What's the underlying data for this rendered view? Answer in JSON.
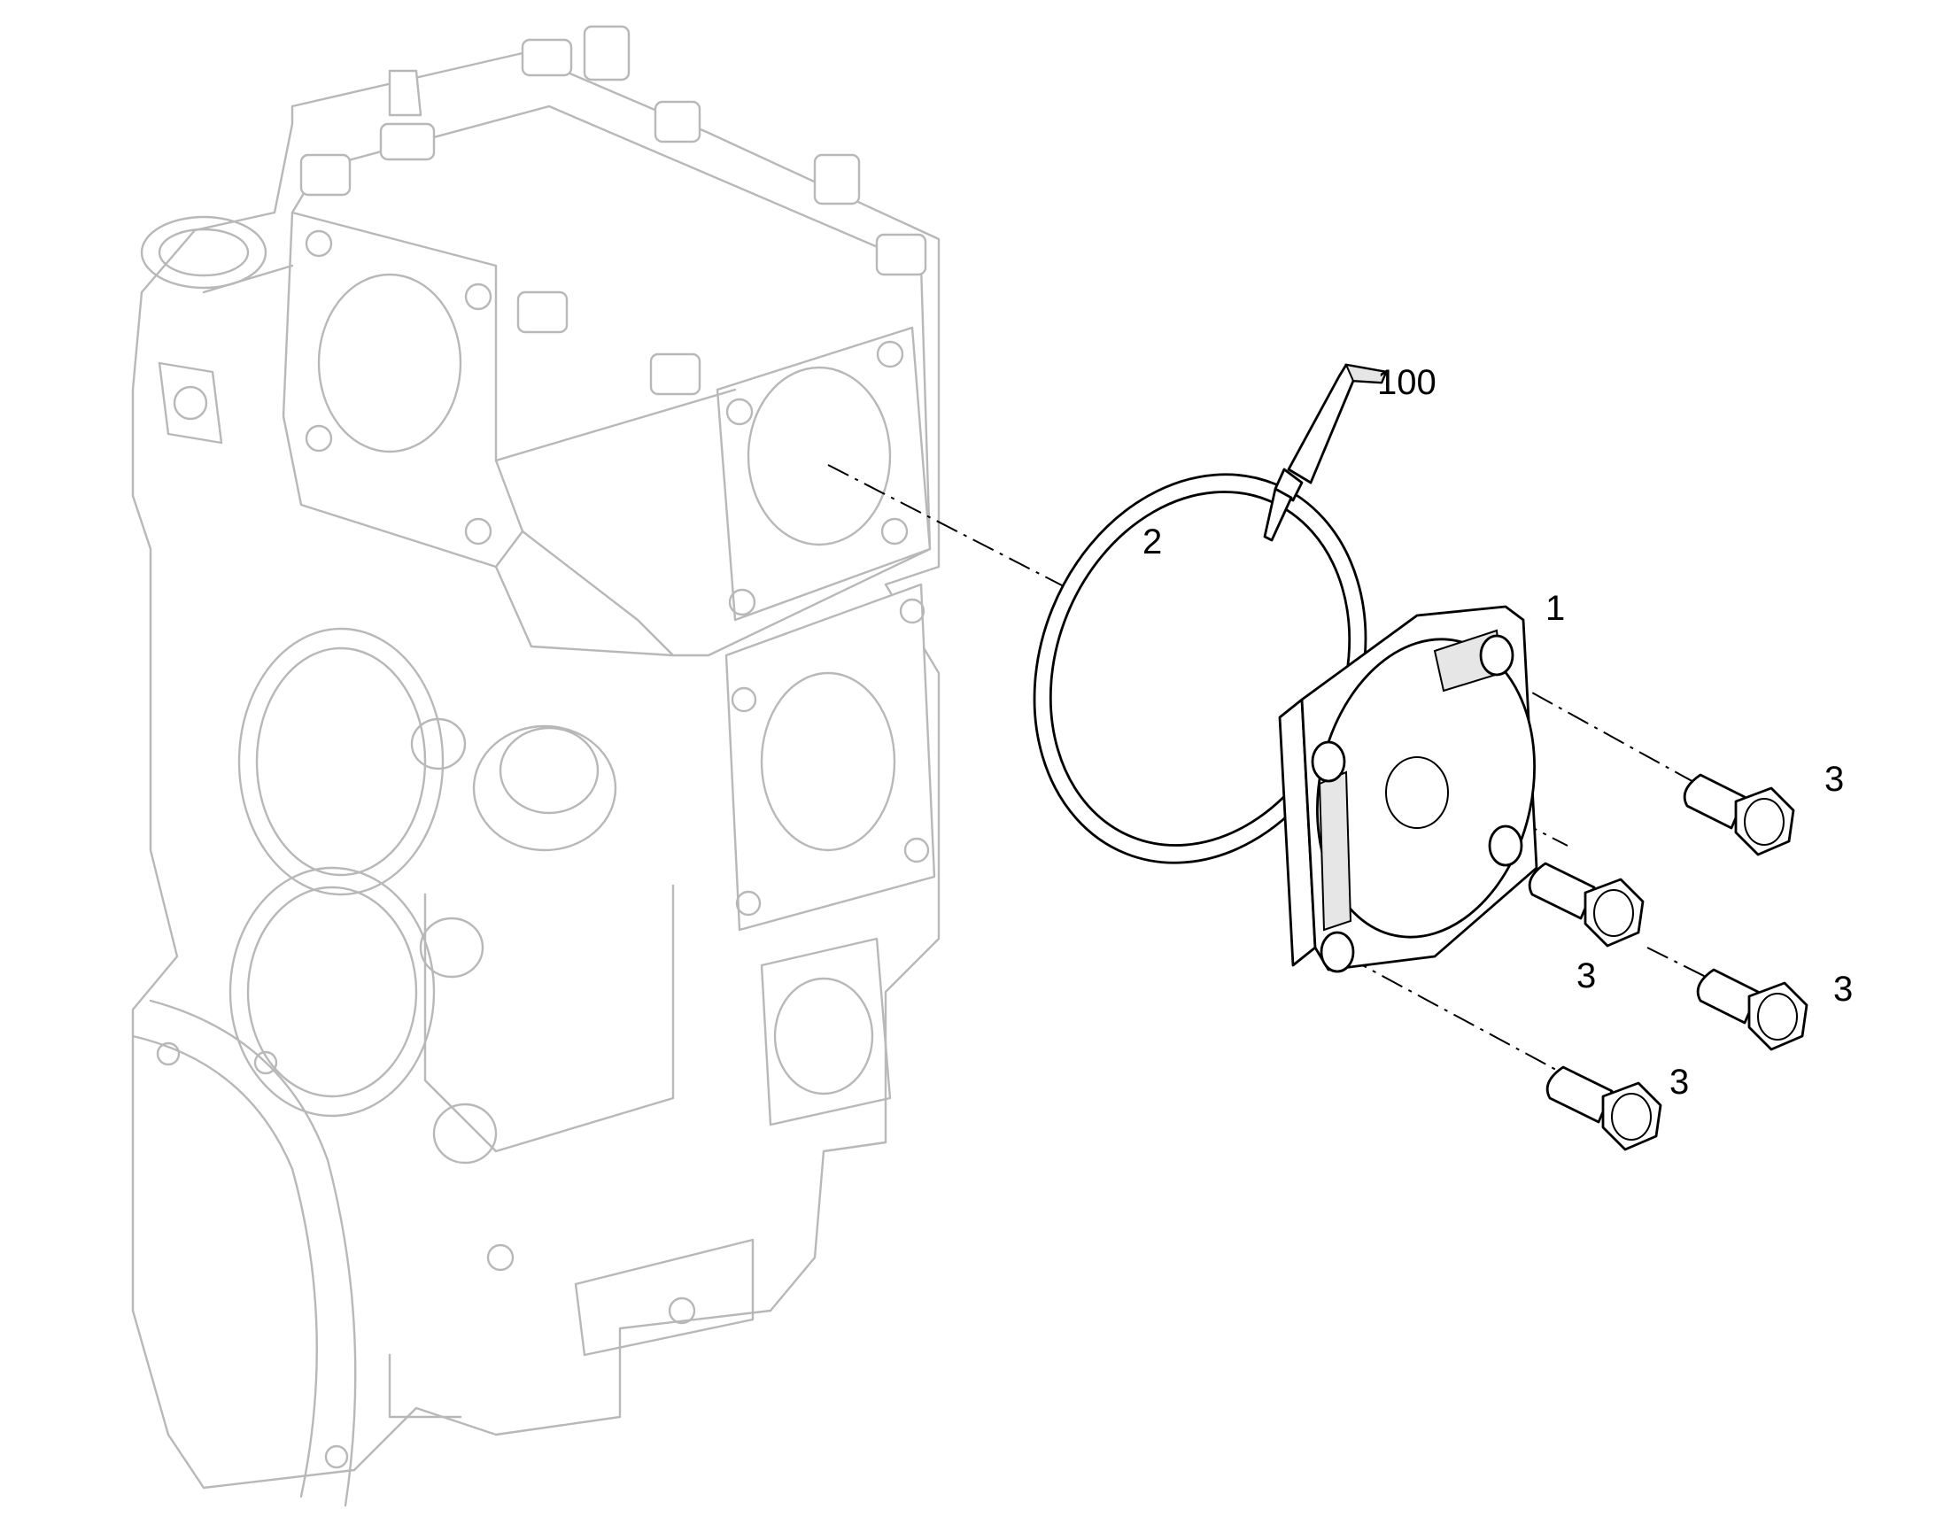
{
  "callouts": {
    "cover": "1",
    "seal_ring": "2",
    "bolt_a": "3",
    "bolt_b": "3",
    "bolt_c": "3",
    "bolt_d": "3",
    "sealant": "100"
  }
}
